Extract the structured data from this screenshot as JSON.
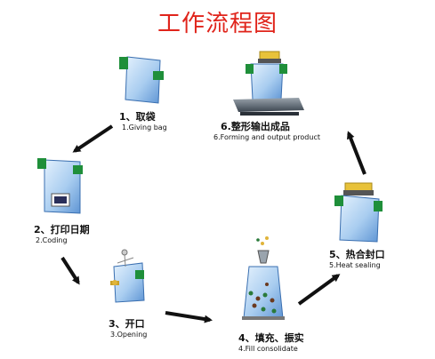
{
  "diagram": {
    "title": "工作流程图",
    "steps": [
      {
        "cn": "1、取袋",
        "en": "1.Giving bag"
      },
      {
        "cn": "2、打印日期",
        "en": "2.Coding"
      },
      {
        "cn": "3、开口",
        "en": "3.Opening"
      },
      {
        "cn": "4、填充、振实",
        "en": "4.Fill consolidate"
      },
      {
        "cn": "5、热合封口",
        "en": "5.Heat sealing"
      },
      {
        "cn": "6.整形输出成品",
        "en": "6.Forming and output product"
      }
    ],
    "colors": {
      "title": "#e0241b",
      "bag": "#a9cdf0",
      "bag_edge": "#3a6fb0",
      "clip": "#1f8f3a",
      "arrow": "#111111",
      "seal": "#e8c23a"
    }
  }
}
